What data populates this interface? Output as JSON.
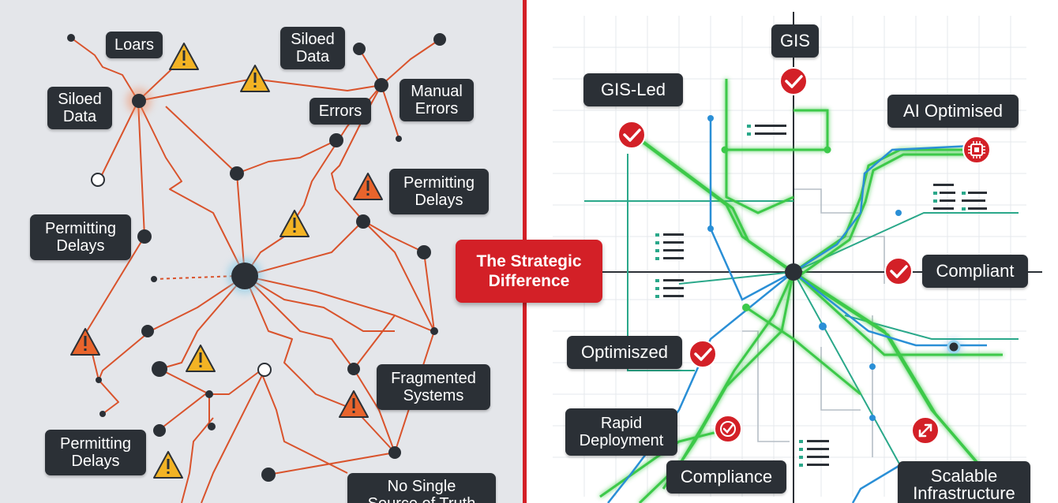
{
  "center": {
    "title": "The Strategic\nDifference"
  },
  "left_panel": {
    "labels": [
      {
        "id": "loars",
        "text": "Loars"
      },
      {
        "id": "siloed-data-top",
        "text": "Siloed\nData"
      },
      {
        "id": "siloed-data-left",
        "text": "Siloed\nData"
      },
      {
        "id": "manual-errors",
        "text": "Manual\nErrors"
      },
      {
        "id": "errors",
        "text": "Errors"
      },
      {
        "id": "permitting-delays-right",
        "text": "Permitting\nDelays"
      },
      {
        "id": "permitting-delays-left",
        "text": "Permitting\nDelays"
      },
      {
        "id": "fragmented-systems",
        "text": "Fragmented\nSystems"
      },
      {
        "id": "permitting-delays-bottom",
        "text": "Permitting\nDelays"
      },
      {
        "id": "no-single-source",
        "text": "No Single\nSource of Truth"
      }
    ]
  },
  "right_panel": {
    "labels": [
      {
        "id": "gis",
        "text": "GIS"
      },
      {
        "id": "gis-led",
        "text": "GIS-Led"
      },
      {
        "id": "ai-optimised",
        "text": "AI Optimised"
      },
      {
        "id": "compliant",
        "text": "Compliant"
      },
      {
        "id": "optimized",
        "text": "Optimiszed"
      },
      {
        "id": "rapid-deployment",
        "text": "Rapid\nDeployment"
      },
      {
        "id": "compliance",
        "text": "Compliance"
      },
      {
        "id": "scalable-infrastructure",
        "text": "Scalable\nInfrastructure"
      }
    ]
  },
  "colors": {
    "left_bg": "#e4e6ea",
    "chaos_line": "#d9532c",
    "node": "#2b3036",
    "warning": "#f2b324",
    "divider": "#d32027",
    "green_line": "#3cc94a",
    "blue_line": "#2a8fd6",
    "teal_line": "#2aa88a",
    "check_badge": "#d32027"
  },
  "icons": [
    "warning-triangle-icon",
    "checkmark-icon",
    "chip-icon",
    "expand-arrows-icon",
    "list-icon"
  ]
}
